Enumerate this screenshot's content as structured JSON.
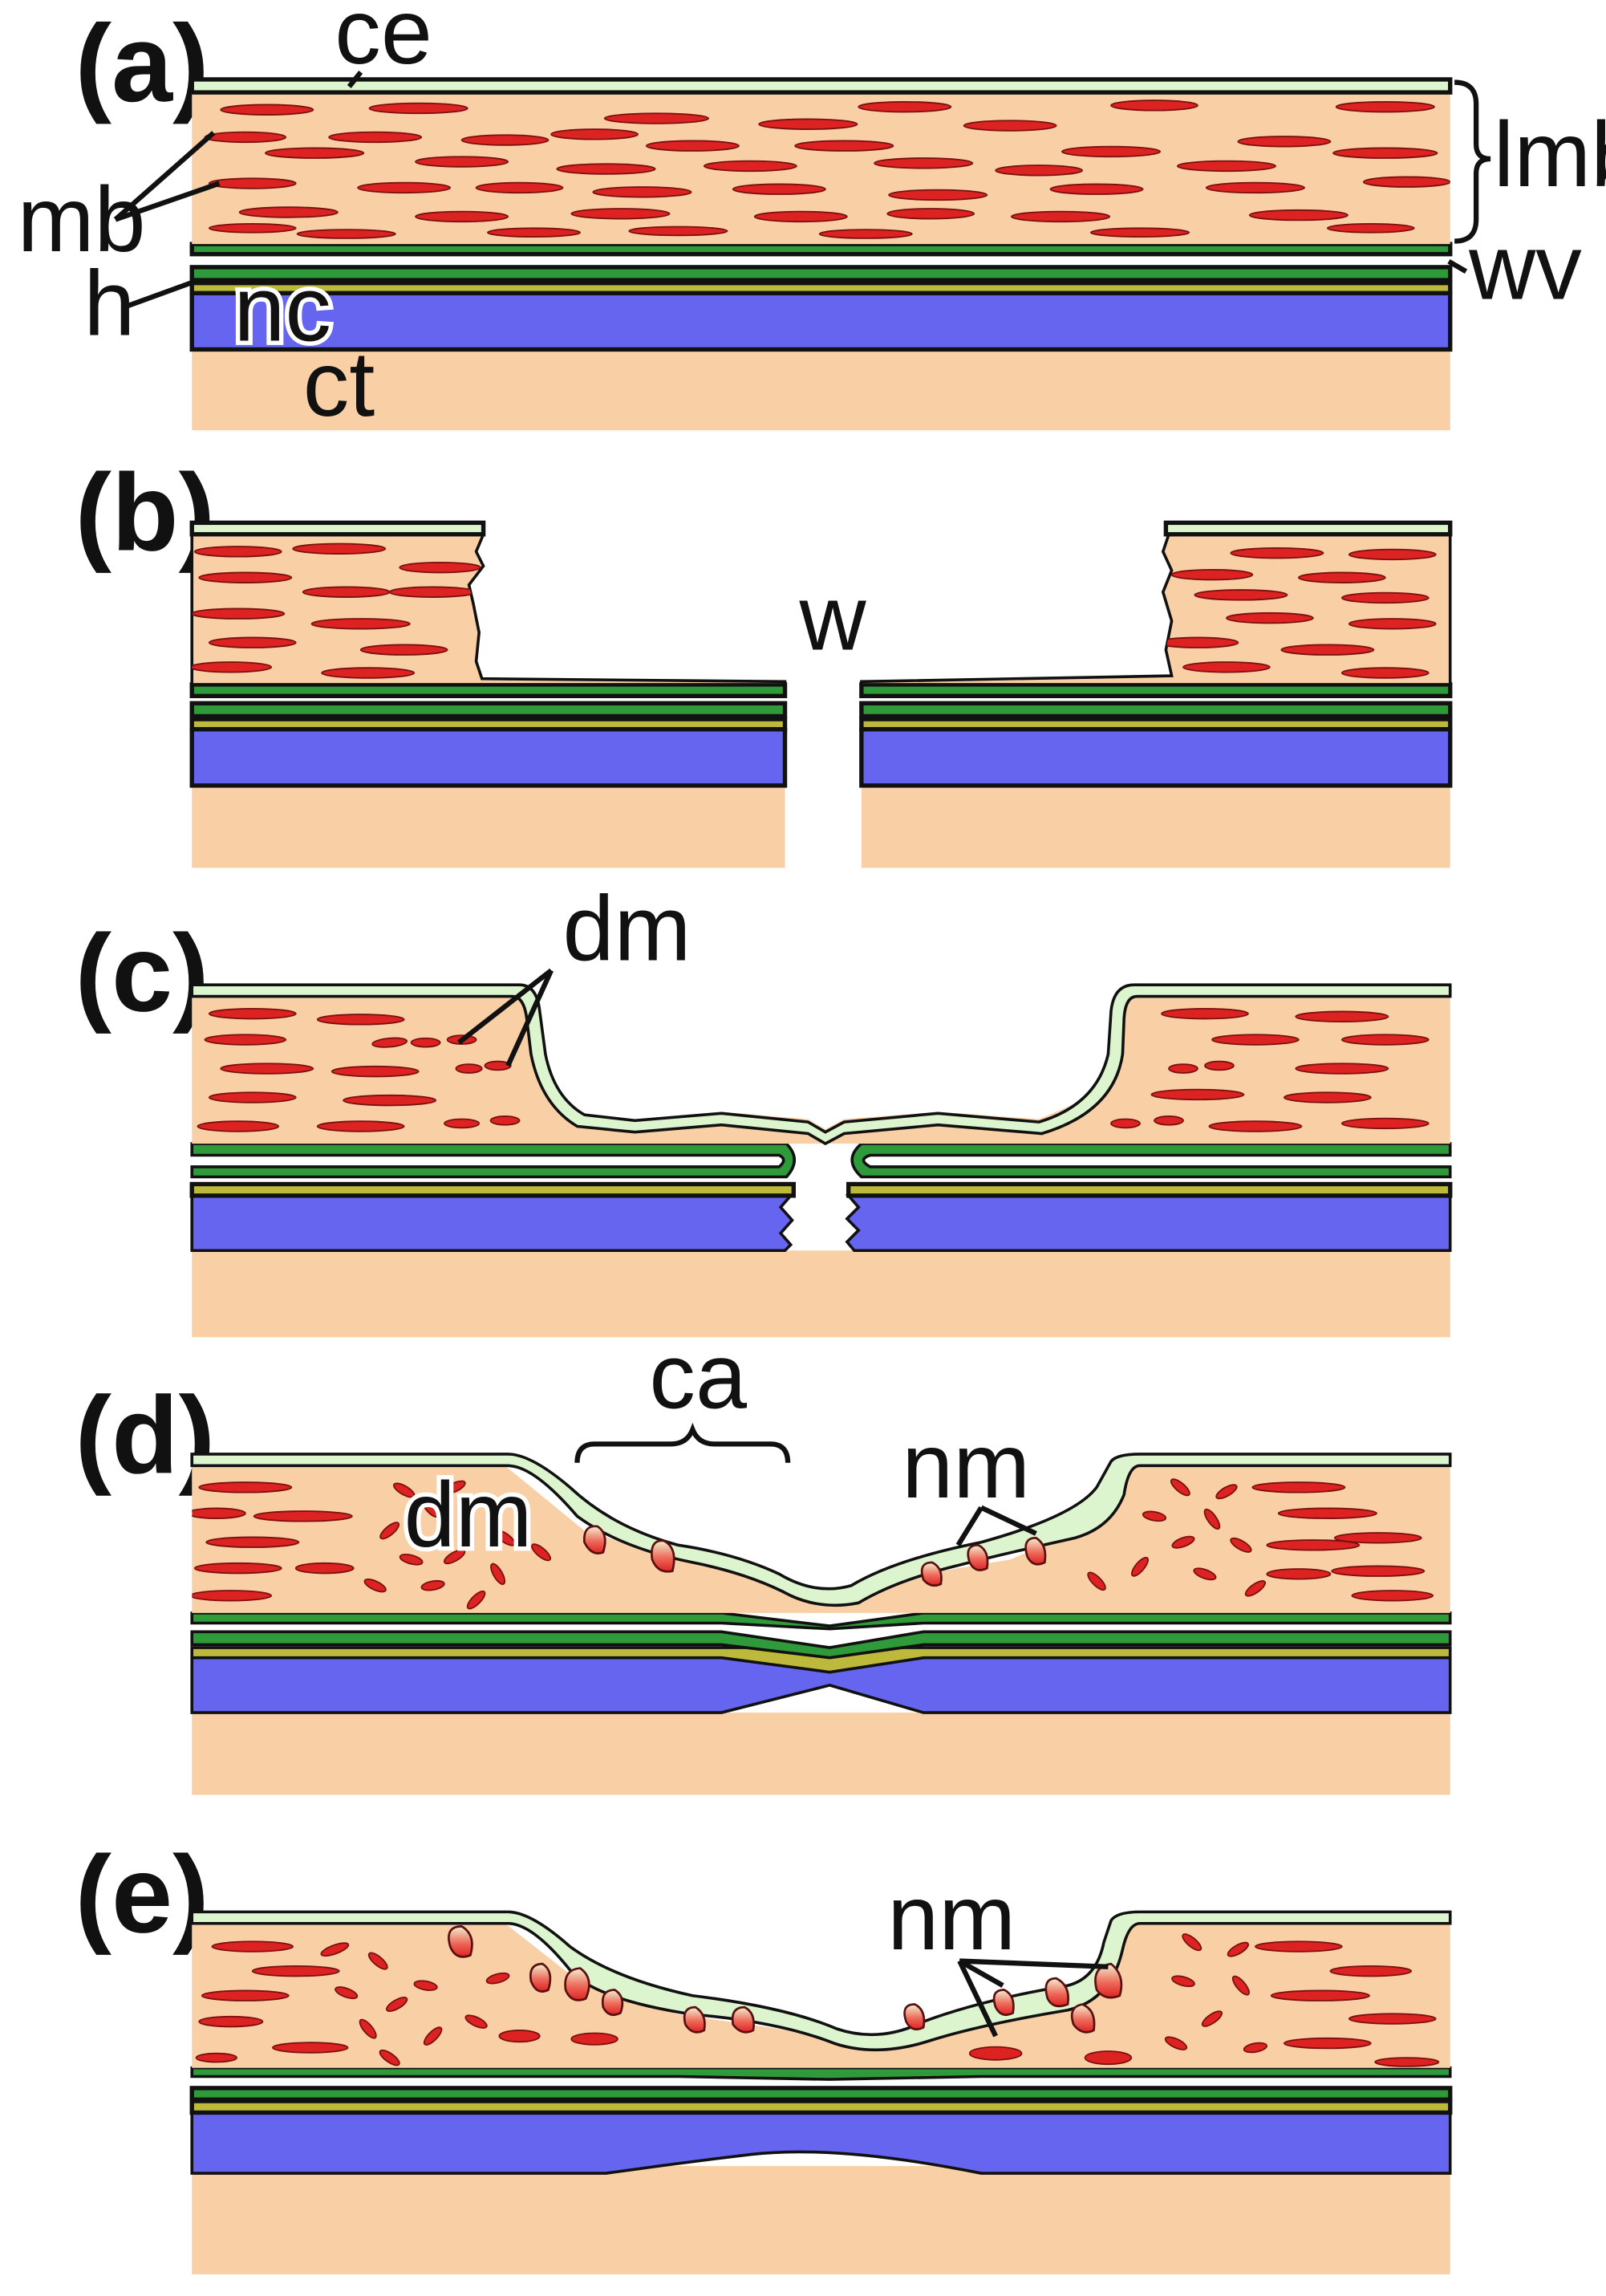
{
  "colors": {
    "connective_tissue": "#F9CFA6",
    "myoblast": "#DD2222",
    "cover_epithelium": "#DDF5CE",
    "green_layer": "#2F9A3A",
    "yellow_layer": "#BDB93B",
    "notochord": "#6565F0",
    "label_text": "#111111"
  },
  "panels": [
    {
      "id": "a",
      "label": "(a)",
      "annotations": {
        "ce": "ce",
        "lmb": "lmb",
        "mb": "mb",
        "h": "h",
        "nc": "nc",
        "ct": "ct",
        "wv": "wv"
      }
    },
    {
      "id": "b",
      "label": "(b)",
      "annotations": {
        "w": "w"
      }
    },
    {
      "id": "c",
      "label": "(c)",
      "annotations": {
        "dm": "dm"
      }
    },
    {
      "id": "d",
      "label": "(d)",
      "annotations": {
        "ca": "ca",
        "nm": "nm",
        "dm": "dm"
      }
    },
    {
      "id": "e",
      "label": "(e)",
      "annotations": {
        "nm": "nm"
      }
    }
  ]
}
